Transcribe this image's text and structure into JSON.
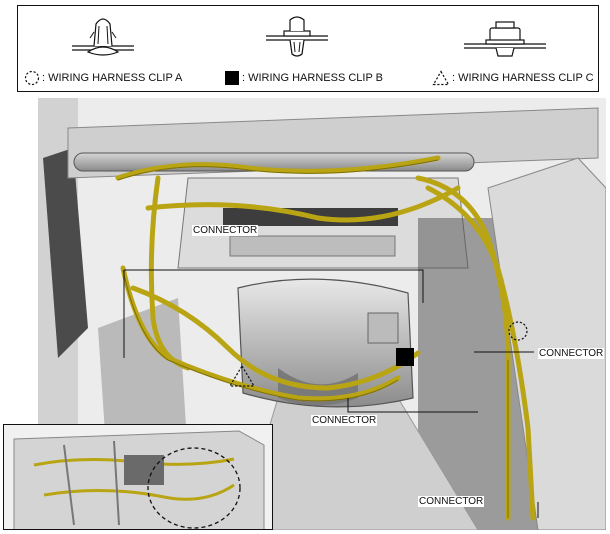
{
  "legend": {
    "clip_a_label": ": WIRING HARNESS CLIP A",
    "clip_b_label": ": WIRING HARNESS CLIP B",
    "clip_c_label": ": WIRING HARNESS CLIP C"
  },
  "callouts": {
    "connector_top": "CONNECTOR",
    "connector_center": "CONNECTOR",
    "connector_right": "CONNECTOR",
    "connector_bottom": "CONNECTOR"
  },
  "colors": {
    "harness": "#b9a514",
    "harness_dark": "#6f6200",
    "body_gray": "#c9c9c9",
    "shadow_gray": "#7d7d7d"
  }
}
